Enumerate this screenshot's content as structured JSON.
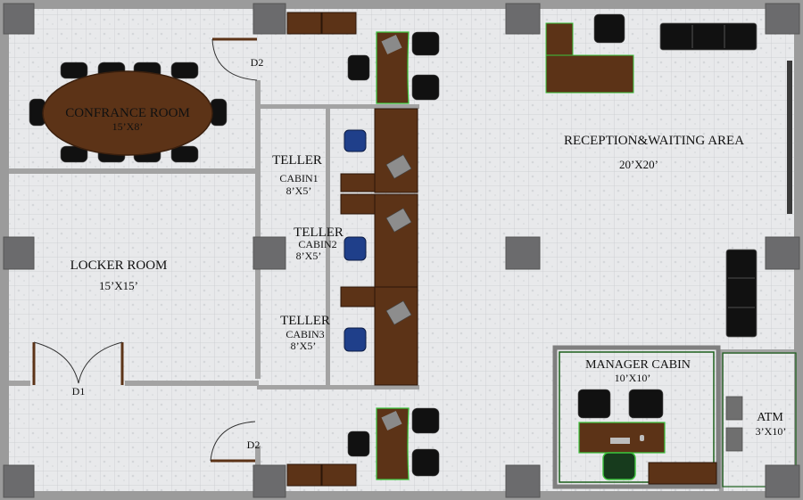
{
  "rooms": {
    "conference": {
      "name": "CONFRANCE ROOM",
      "size": "15’X8’"
    },
    "locker": {
      "name": "LOCKER ROOM",
      "size": "15’X15’"
    },
    "reception": {
      "name": "RECEPTION&WAITING AREA",
      "size": "20’X20’"
    },
    "teller1": {
      "title": "TELLER",
      "cabin": "CABIN1",
      "size": "8’X5’"
    },
    "teller2": {
      "title": "TELLER",
      "cabin": "CABIN2",
      "size": "8’X5’"
    },
    "teller3": {
      "title": "TELLER",
      "cabin": "CABIN3",
      "size": "8’X5’"
    },
    "manager": {
      "name": "MANAGER CABIN",
      "size": "10’X10’"
    },
    "atm": {
      "name": "ATM",
      "size": "3’X10’"
    }
  },
  "doors": {
    "d1": "D1",
    "d2_top": "D2",
    "d2_bottom": "D2"
  },
  "colors": {
    "floor": "#e9eaec",
    "wall": "#9a9a9a",
    "column": "#6e6e6e",
    "furniture": "#5c3317",
    "chair": "#111111",
    "teller_chair": "#1f4fa8",
    "accent_green": "#3cc43c"
  }
}
